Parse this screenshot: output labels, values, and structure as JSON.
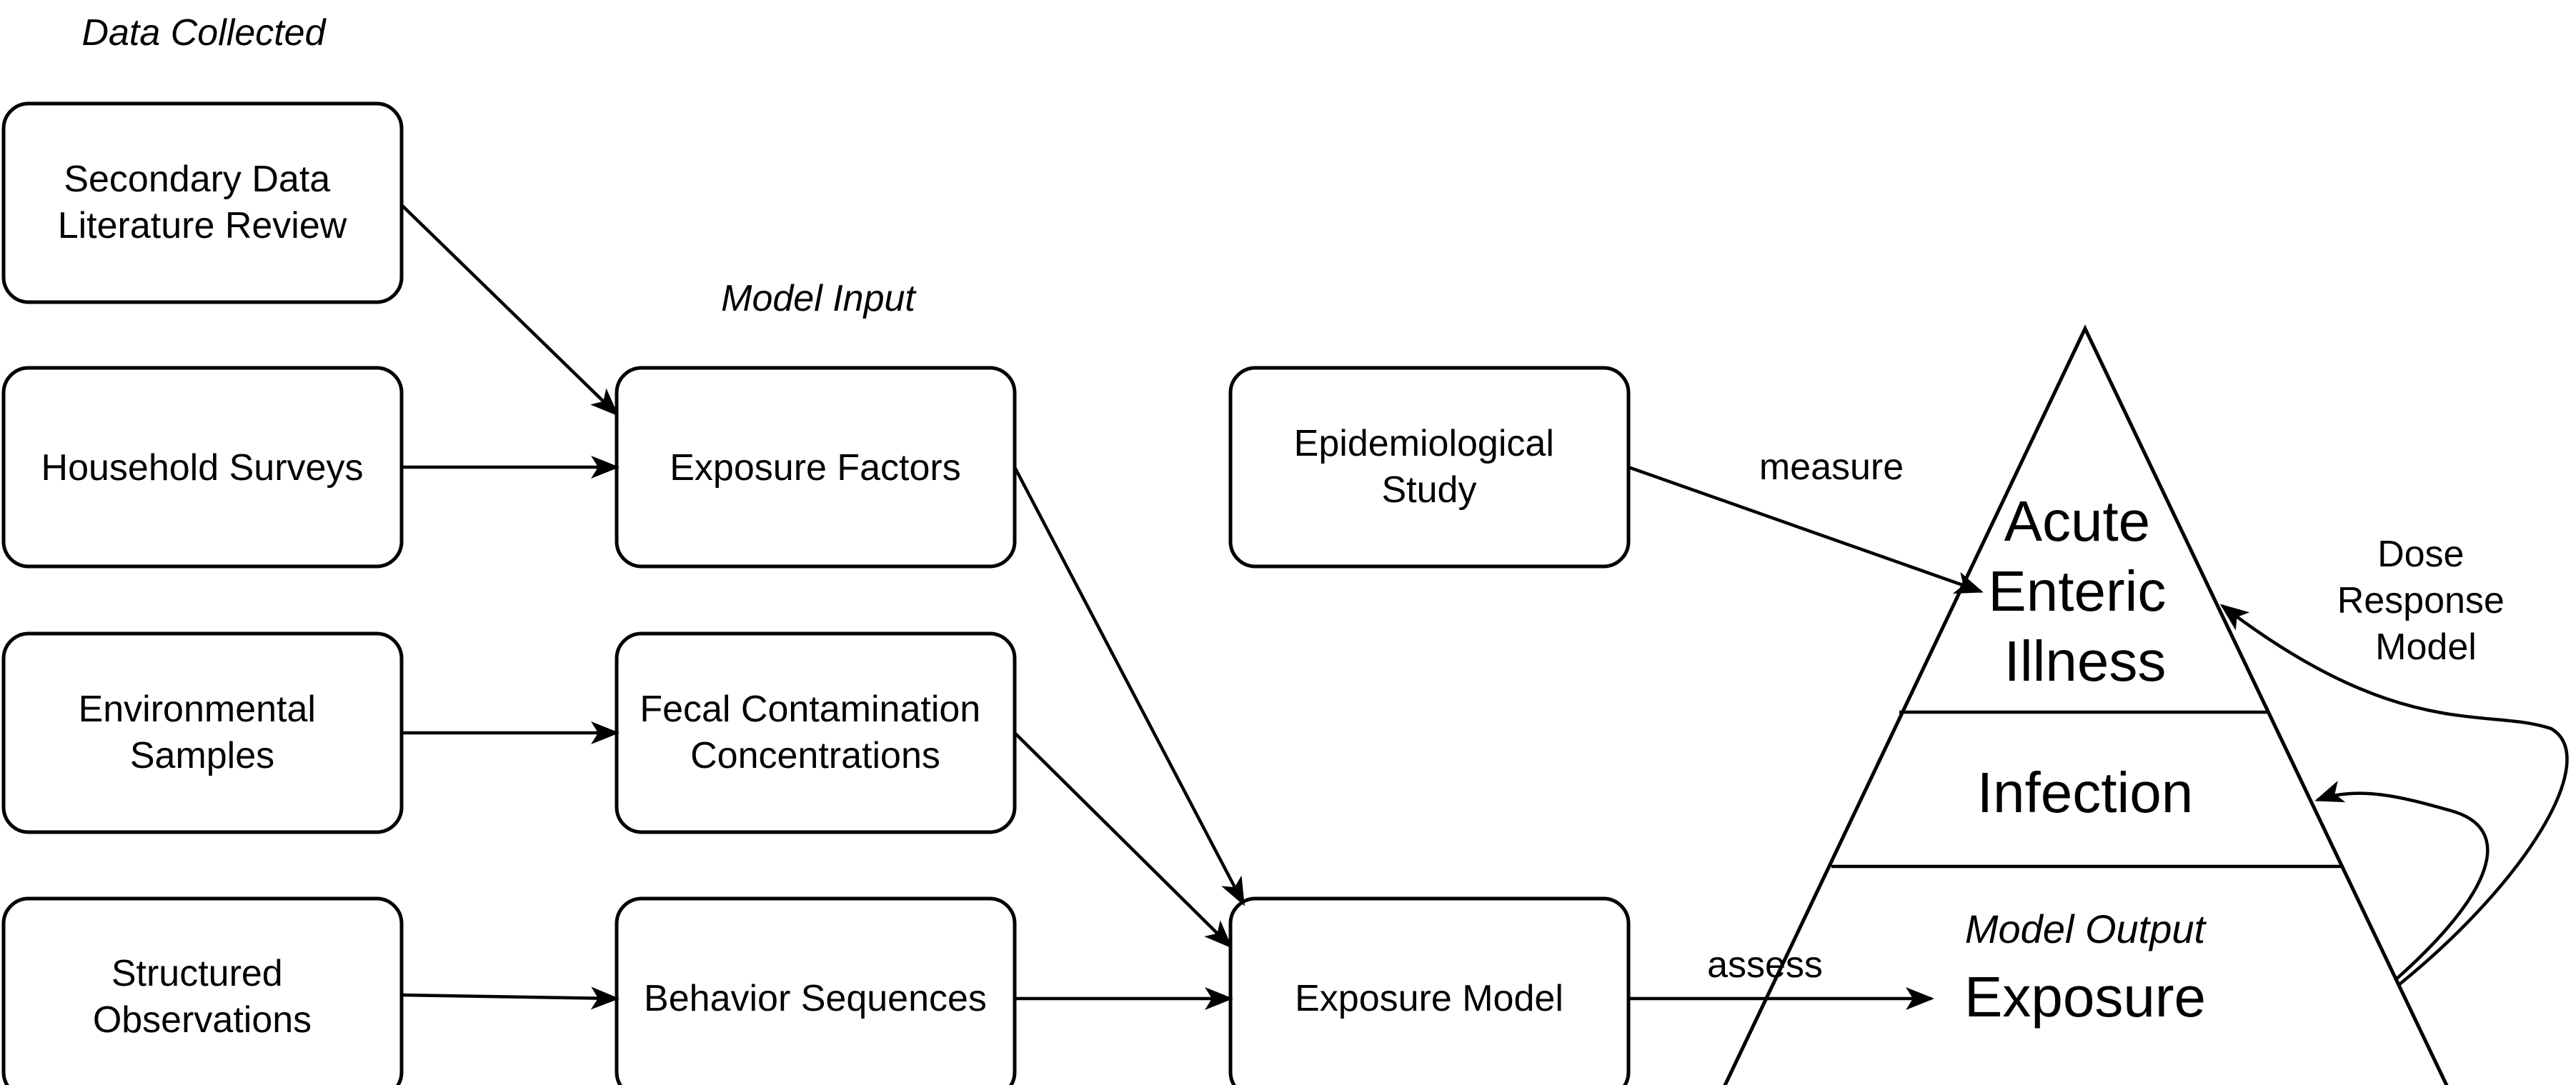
{
  "headings": {
    "data_collected": "Data Collected",
    "model_input": "Model Input"
  },
  "boxes": {
    "secondary": [
      "Secondary Data",
      "Literature Review"
    ],
    "household": [
      "Household Surveys"
    ],
    "environmental": [
      "Environmental",
      "Samples"
    ],
    "structured": [
      "Structured",
      "Observations"
    ],
    "exposure_factors": [
      "Exposure Factors"
    ],
    "fecal": [
      "Fecal Contamination",
      "Concentrations"
    ],
    "behavior": [
      "Behavior Sequences"
    ],
    "epi": [
      "Epidemiological",
      "Study"
    ],
    "exposure_model": [
      "Exposure Model"
    ]
  },
  "edge_labels": {
    "measure": "measure",
    "assess": "assess",
    "dose": [
      "Dose",
      "Response",
      "Model"
    ]
  },
  "pyramid": {
    "top": [
      "Acute",
      "Enteric",
      "Illness"
    ],
    "middle": "Infection",
    "bottom_caption": "Model Output",
    "bottom": "Exposure"
  }
}
